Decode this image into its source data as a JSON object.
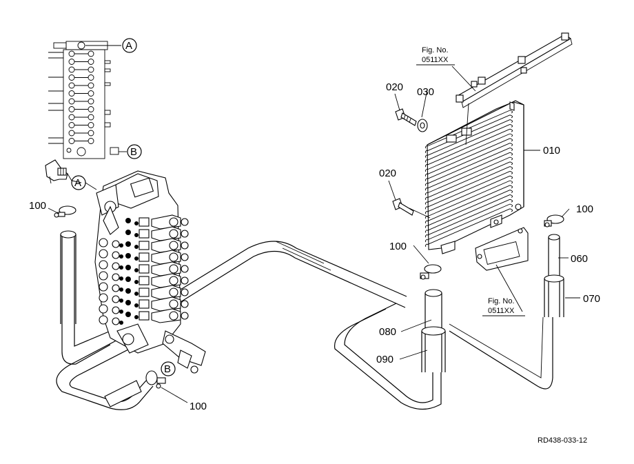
{
  "callouts": {
    "A_top": "A",
    "B_top": "B",
    "A_left": "A",
    "B_bottom": "B"
  },
  "parts": {
    "p010": "010",
    "p020_top": "020",
    "p020_mid": "020",
    "p030": "030",
    "p060": "060",
    "p070": "070",
    "p080": "080",
    "p090": "090",
    "p100_left": "100",
    "p100_center": "100",
    "p100_right": "100",
    "p100_bottom": "100"
  },
  "figrefs": {
    "top_line1": "Fig. No.",
    "top_line2": "0511XX",
    "bottom_line1": "Fig. No.",
    "bottom_line2": "0511XX"
  },
  "drawing_id": "RD438-033-12"
}
